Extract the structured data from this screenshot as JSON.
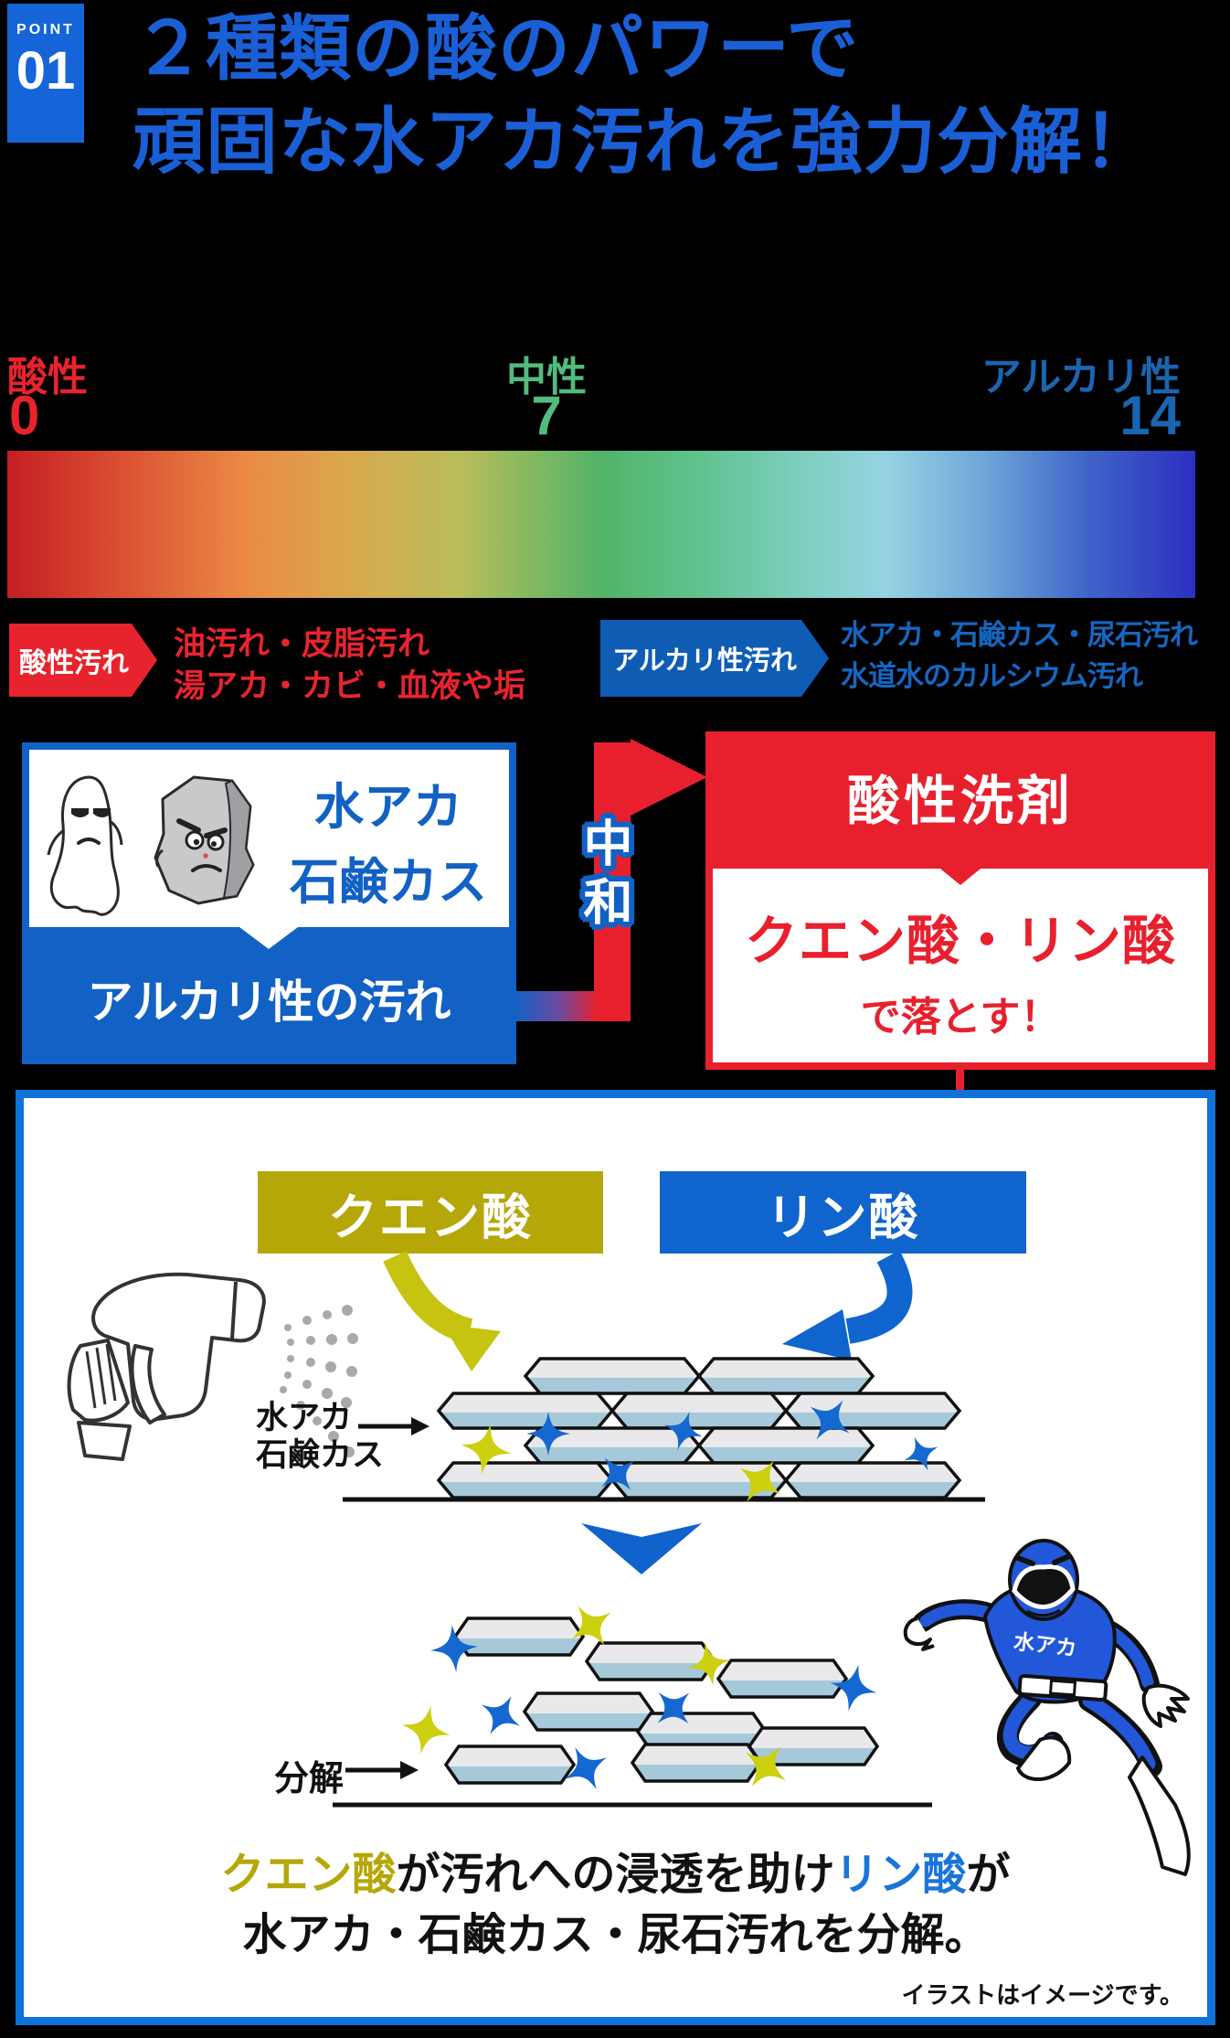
{
  "point_badge": {
    "label": "POINT",
    "number": "01"
  },
  "heading": {
    "line1": "２種類の酸のパワーで",
    "line2": "頑固な水アカ汚れを強力分解！"
  },
  "ph_scale": {
    "acid_label": "酸性",
    "acid_value": "0",
    "neutral_label": "中性",
    "neutral_value": "7",
    "alkali_label": "アルカリ性",
    "alkali_value": "14"
  },
  "soil_types": {
    "acid": {
      "badge": "酸性汚れ",
      "line1": "油汚れ・皮脂汚れ",
      "line2": "湯アカ・カビ・血液や垢"
    },
    "alkali": {
      "badge": "アルカリ性汚れ",
      "line1": "水アカ・石鹸カス・尿石汚れ",
      "line2": "水道水のカルシウム汚れ"
    }
  },
  "neutralize": {
    "card_title_line1": "水アカ",
    "card_title_line2": "石鹸カス",
    "card_banner": "アルカリ性の汚れ",
    "arrow_label": "中和",
    "result_header": "酸性洗剤",
    "result_acids": "クエン酸・リン酸",
    "result_action": "で落とす！"
  },
  "illustration": {
    "citric_label": "クエン酸",
    "phosphoric_label": "リン酸",
    "target_line1": "水アカ",
    "target_line2": "石鹸カス",
    "decompose_label": "分解",
    "hero_chest": "水アカ",
    "caption": {
      "part1": "クエン酸",
      "part2": "が汚れへの浸透を助け",
      "part3": "リン酸",
      "part4": "が",
      "line2": "水アカ・石鹸カス・尿石汚れを分解。"
    },
    "disclaimer": "イラストはイメージです。"
  },
  "colors": {
    "heading_blue": "#1a5fd6",
    "accent_red": "#e7242e",
    "neutral_green": "#52bb7e",
    "alkali_steel_blue": "#1a65b0",
    "badge_blue": "#0f5cb5",
    "card_blue": "#1261c4",
    "box_border_blue": "#0e72d8",
    "citric_yellow": "#b5a708",
    "phosphoric_blue": "#0f65cd",
    "sparkle_blue": "#1568d0",
    "sparkle_yellow": "#ccd00e",
    "hero_blue": "#2257da"
  }
}
